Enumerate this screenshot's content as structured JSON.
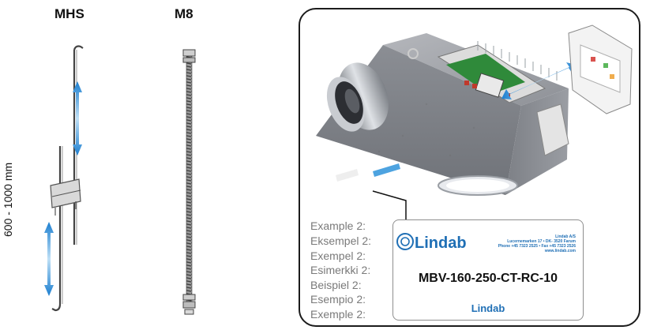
{
  "headers": {
    "left": "MHS",
    "right": "M8"
  },
  "dimension_label": "600 - 1000 mm",
  "example_lines": [
    "Example 2:",
    "Eksempel 2:",
    "Exempel 2:",
    "Esimerkki 2:",
    "Beispiel 2:",
    "Esempio 2:",
    "Exemple 2:"
  ],
  "label_card": {
    "brand": "Lindab",
    "address_lines": [
      "Lindab A/S",
      "Lucernemarken 17 • DK- 3520 Farum",
      "Phone +45 7323 2525 • Fax +45 7323 2526",
      "www.lindab.com"
    ],
    "model_code": "MBV-160-250-CT-RC-10",
    "bottom_brand": "Lindab"
  },
  "colors": {
    "accent_blue": "#2a8fd6",
    "brand_blue": "#1f6fb5"
  }
}
